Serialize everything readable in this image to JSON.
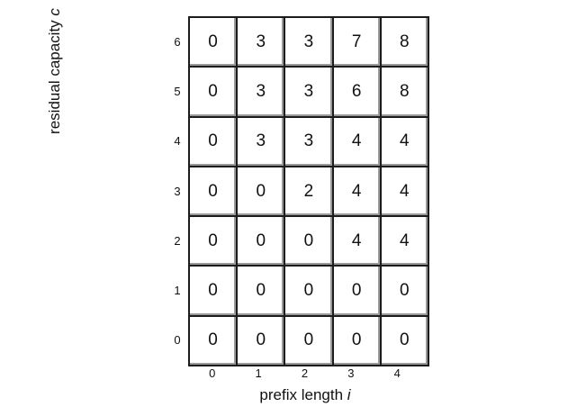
{
  "table": {
    "rows": [
      {
        "c": "6",
        "cells": [
          "0",
          "3",
          "3",
          "7",
          "8"
        ]
      },
      {
        "c": "5",
        "cells": [
          "0",
          "3",
          "3",
          "6",
          "8"
        ]
      },
      {
        "c": "4",
        "cells": [
          "0",
          "3",
          "3",
          "4",
          "4"
        ]
      },
      {
        "c": "3",
        "cells": [
          "0",
          "0",
          "2",
          "4",
          "4"
        ]
      },
      {
        "c": "2",
        "cells": [
          "0",
          "0",
          "0",
          "4",
          "4"
        ]
      },
      {
        "c": "1",
        "cells": [
          "0",
          "0",
          "0",
          "0",
          "0"
        ]
      },
      {
        "c": "0",
        "cells": [
          "0",
          "0",
          "0",
          "0",
          "0"
        ]
      }
    ]
  },
  "x_axis": {
    "ticks": [
      "0",
      "1",
      "2",
      "3",
      "4"
    ],
    "label": "prefix length",
    "label_var": "i"
  },
  "y_axis": {
    "label": "residual capacity",
    "label_var": "c"
  }
}
